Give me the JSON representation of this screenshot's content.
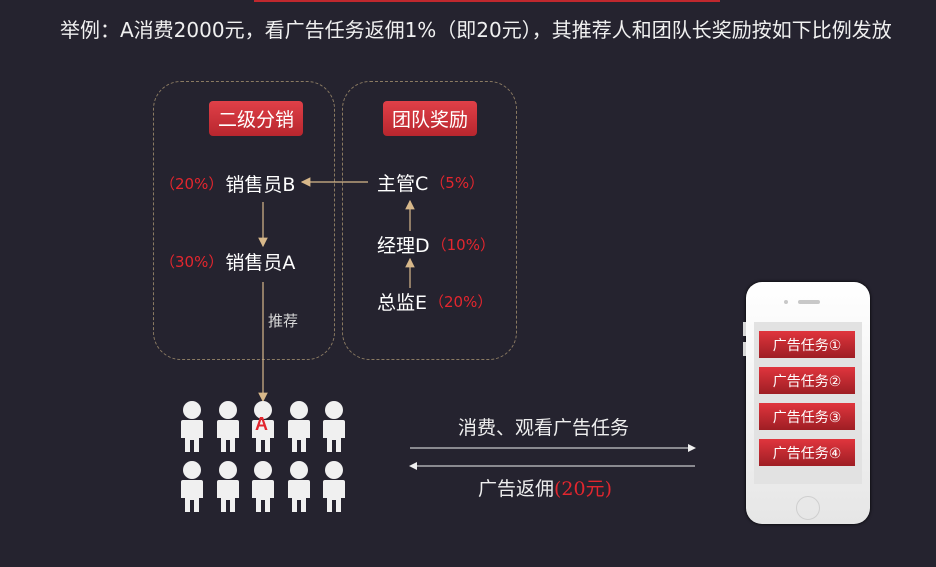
{
  "headline": "举例：A消费2000元，看广告任务返佣1%（即20元），其推荐人和团队长奖励按如下比例发放",
  "left_panel": {
    "badge": "二级分销",
    "node_b": {
      "pct": "（20%）",
      "label": "销售员B"
    },
    "node_a": {
      "pct": "（30%）",
      "label": "销售员A"
    },
    "referral_label": "推荐"
  },
  "right_panel": {
    "badge": "团队奖励",
    "node_c": {
      "label": "主管C",
      "pct": "（5%）"
    },
    "node_d": {
      "label": "经理D",
      "pct": "（10%）"
    },
    "node_e": {
      "label": "总监E",
      "pct": "（20%）"
    }
  },
  "crowd": {
    "marker": "A"
  },
  "flow": {
    "forward": "消费、观看广告任务",
    "back_label": "广告返佣",
    "back_amount": "(20元)"
  },
  "phone": {
    "tasks": [
      "广告任务①",
      "广告任务②",
      "广告任务③",
      "广告任务④"
    ]
  },
  "colors": {
    "background": "#25232f",
    "accent_red": "#e3262e",
    "arrow": "#d8b88a"
  }
}
